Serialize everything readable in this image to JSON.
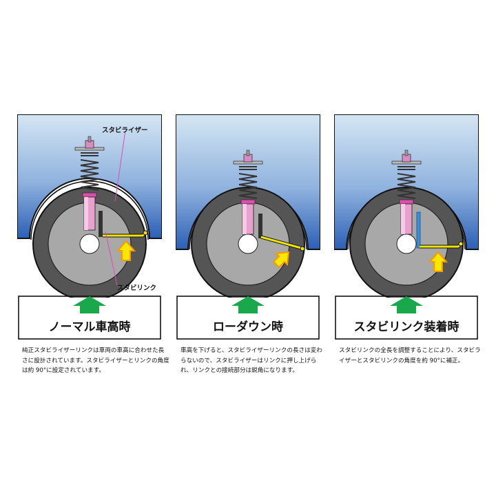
{
  "labels": {
    "stabilizer": "スタビライザー",
    "stabilink": "スタビリンク"
  },
  "panels": [
    {
      "title": "ノーマル車高時",
      "description": "純正スタビライザーリンクは車両の車高に合わせた長さに設計されています。スタビライザーとリンクの角度は約 90°に設定されています。"
    },
    {
      "title": "ローダウン時",
      "description": "車高を下げると、スタビライザーリンクの長さは変わらないので、スタビライザーはリンクに押し上げられ、リンクとの接続部分は鋭角になります。"
    },
    {
      "title": "スタビリンク装着時",
      "description": "スタビリンクの全長を調整することにより、スタビライザーとスタビリンクの角度を約 90°に補正。"
    }
  ],
  "colors": {
    "body_gradient_top": "#c9dff0",
    "body_gradient_bottom": "#2f63b8",
    "tire": "#555555",
    "rim": "#a9a9a9",
    "strut": "#e04bb0",
    "stabilizer_bar": "#f2e600",
    "arrow_green": "#1aa84c",
    "arrow_yellow": "#ffe600",
    "arrow_orange": "#f39a00",
    "adjustable_link": "#3a8fd6"
  },
  "icons": [
    "up-arrow-icon",
    "push-arrow-icon"
  ]
}
